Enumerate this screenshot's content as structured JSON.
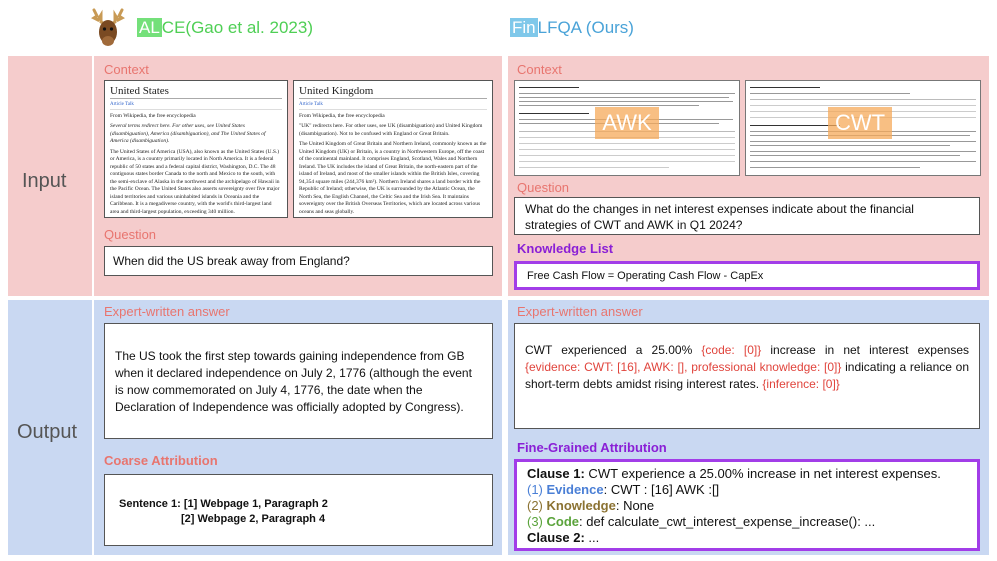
{
  "header": {
    "alce_highlight": "AL",
    "alce_rest": "CE(Gao et al. 2023)",
    "fin_highlight": "Fin",
    "fin_rest": "LFQA (Ours)"
  },
  "rows": {
    "input": "Input",
    "output": "Output"
  },
  "left": {
    "context_label": "Context",
    "wiki_us": {
      "title": "United States",
      "tabs": "Article   Talk",
      "from": "From Wikipedia, the free encyclopedia",
      "redirect": "Several terms redirect here. For other uses, see United States (disambiguation), America (disambiguation), and The United States of America (disambiguation).",
      "body": "The United States of America (USA), also known as the United States (U.S.) or America, is a country primarily located in North America. It is a federal republic of 50 states and a federal capital district, Washington, D.C. The 48 contiguous states border Canada to the north and Mexico to the south, with the semi-exclave of Alaska in the northwest and the archipelago of Hawaii in the Pacific Ocean. The United States also asserts sovereignty over five major island territories and various uninhabited islands in Oceania and the Caribbean. It is a megadiverse country, with the world's third-largest land area and third-largest population, exceeding 340 million."
    },
    "wiki_uk": {
      "title": "United Kingdom",
      "tabs": "Article   Talk",
      "from": "From Wikipedia, the free encyclopedia",
      "redirect": "\"UK\" redirects here. For other uses, see UK (disambiguation) and United Kingdom (disambiguation). Not to be confused with England or Great Britain.",
      "body": "The United Kingdom of Great Britain and Northern Ireland, commonly known as the United Kingdom (UK) or Britain, is a country in Northwestern Europe, off the coast of the continental mainland. It comprises England, Scotland, Wales and Northern Ireland. The UK includes the island of Great Britain, the north-eastern part of the island of Ireland, and most of the smaller islands within the British Isles, covering 94,354 square miles (244,376 km²). Northern Ireland shares a land border with the Republic of Ireland; otherwise, the UK is surrounded by the Atlantic Ocean, the North Sea, the English Channel, the Celtic Sea and the Irish Sea. It maintains sovereignty over the British Overseas Territories, which are located across various oceans and seas globally."
    },
    "question_label": "Question",
    "question": "When did the US break away from England?",
    "answer_label": "Expert-written answer",
    "answer": "The US took the first step towards gaining independence from GB when it declared independence on July 2, 1776 (although the event is now commemorated on July 4, 1776, the date when the Declaration of Independence was officially adopted by Congress).",
    "coarse_label": "Coarse Attribution",
    "coarse_prefix": "Sentence 1:",
    "coarse_line1": "[1] Webpage 1, Paragraph 2",
    "coarse_line2": "[2] Webpage 2, Paragraph 4"
  },
  "right": {
    "context_label": "Context",
    "stamp_awk": "AWK",
    "stamp_cwt": "CWT",
    "question_label": "Question",
    "question": "What do the changes in net interest expenses indicate about the financial strategies of CWT and AWK in Q1 2024?",
    "knowledge_label": "Knowledge List",
    "knowledge": "Free Cash Flow = Operating Cash Flow - CapEx",
    "answer_label": "Expert-written answer",
    "answer": {
      "t1": "CWT experienced a 25.00% ",
      "a1": "{code: [0]}",
      "t2": " increase in net interest expenses ",
      "a2": "{evidence: CWT: [16], AWK: [], professional knowledge: [0]}",
      "t3": " indicating a reliance on short-term debts amidst rising interest rates. ",
      "a3": "{inference: [0]}"
    },
    "fine_label": "Fine-Grained Attribution",
    "fine": {
      "clause1_label": "Clause 1:",
      "clause1_text": " CWT experience a 25.00% increase in net interest expenses.",
      "evidence_num": "(1) ",
      "evidence_label": "Evidence",
      "evidence_value": ": CWT : [16] AWK :[]",
      "knowledge_num": "(2) ",
      "knowledge_label": "Knowledge",
      "knowledge_value": ": None",
      "code_num": "(3) ",
      "code_label": "Code",
      "code_value": ": def calculate_cwt_interest_expense_increase(): ...",
      "clause2_label": "Clause 2:",
      "clause2_text": " ..."
    }
  },
  "colors": {
    "input_band": "#f5cccc",
    "output_band": "#c9d8f2",
    "purple_border": "#a23de8",
    "attribution_red": "#e0443c"
  },
  "icons": {
    "alce": "moose-icon"
  }
}
